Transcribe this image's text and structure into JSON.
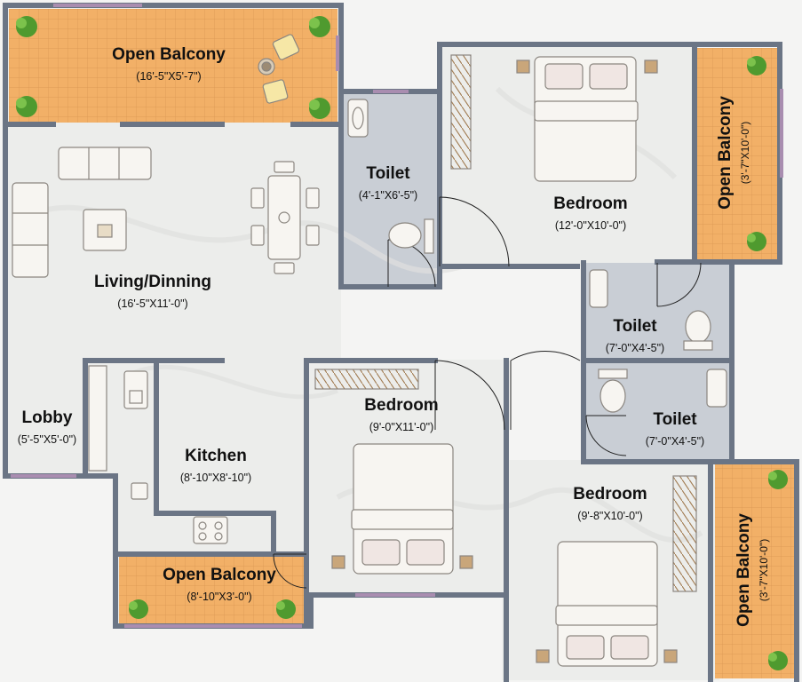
{
  "rooms": [
    {
      "id": "balcony-top",
      "name": "Open Balcony",
      "dims": "(16'-5\"X5'-7\")"
    },
    {
      "id": "living",
      "name": "Living/Dinning",
      "dims": "(16'-5\"X11'-0\")"
    },
    {
      "id": "toilet-1",
      "name": "Toilet",
      "dims": "(4'-1\"X6'-5\")"
    },
    {
      "id": "bedroom-1",
      "name": "Bedroom",
      "dims": "(12'-0\"X10'-0\")"
    },
    {
      "id": "balcony-right-top",
      "name": "Open Balcony",
      "dims": "(3'-7\"X10'-0\")"
    },
    {
      "id": "toilet-2",
      "name": "Toilet",
      "dims": "(7'-0\"X4'-5\")"
    },
    {
      "id": "toilet-3",
      "name": "Toilet",
      "dims": "(7'-0\"X4'-5\")"
    },
    {
      "id": "lobby",
      "name": "Lobby",
      "dims": "(5'-5\"X5'-0\")"
    },
    {
      "id": "kitchen",
      "name": "Kitchen",
      "dims": "(8'-10\"X8'-10\")"
    },
    {
      "id": "bedroom-2",
      "name": "Bedroom",
      "dims": "(9'-0\"X11'-0\")"
    },
    {
      "id": "bedroom-3",
      "name": "Bedroom",
      "dims": "(9'-8\"X10'-0\")"
    },
    {
      "id": "balcony-kitchen",
      "name": "Open Balcony",
      "dims": "(8'-10\"X3'-0\")"
    },
    {
      "id": "balcony-right-bottom",
      "name": "Open Balcony",
      "dims": "(3'-7\"X10'-0\")"
    }
  ],
  "colors": {
    "wall": "#6b7585",
    "floor": "#ecedeb",
    "toilet_floor": "#c9ced5",
    "balcony": "#f2b067",
    "balcony_grid": "#d99651",
    "window": "#a98db0",
    "furniture": "#f7f5f1",
    "furniture_line": "#8b8680",
    "plant": "#4f9a2f"
  },
  "icons": [
    "bed-icon",
    "sofa-icon",
    "dining-table-icon",
    "sink-icon",
    "wc-icon",
    "wardrobe-icon",
    "plant-icon",
    "chair-icon",
    "stove-icon",
    "door-swing-icon"
  ]
}
